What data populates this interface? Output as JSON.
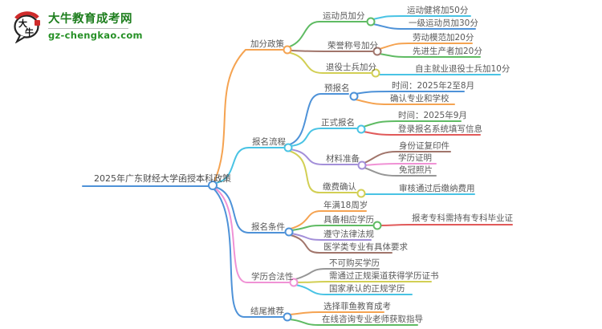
{
  "logo": {
    "icon_text": "大牛",
    "title": "大牛教育成考网",
    "url": "gz-chengkao.com"
  },
  "palette": {
    "blue": "#4E92D8",
    "cyan": "#49C3E4",
    "green": "#5FBB63",
    "orange": "#F5A351",
    "brown": "#A1756B",
    "olive": "#D2CF54",
    "purple": "#A38FD9",
    "red": "#E15A5A",
    "pink": "#F092D5",
    "gray": "#969696",
    "text": "#595959",
    "logo_green": "#1e7e1e"
  },
  "map": {
    "root": "2025年广东财经大学函授本科政策",
    "branches": [
      {
        "label": "加分政策",
        "children": [
          {
            "label": "运动员加分",
            "children": [
              {
                "label": "运动健将加50分"
              },
              {
                "label": "一级运动员加30分"
              }
            ]
          },
          {
            "label": "荣誉称号加分",
            "children": [
              {
                "label": "劳动模范加20分"
              },
              {
                "label": "先进生产者加20分"
              }
            ]
          },
          {
            "label": "退役士兵加分",
            "children": [
              {
                "label": "自主就业退役士兵加10分"
              }
            ]
          }
        ]
      },
      {
        "label": "报名流程",
        "children": [
          {
            "label": "预报名",
            "children": [
              {
                "label": "时间：2025年2至8月"
              },
              {
                "label": "确认专业和学校"
              }
            ]
          },
          {
            "label": "正式报名",
            "children": [
              {
                "label": "时间：2025年9月"
              },
              {
                "label": "登录报名系统填写信息"
              }
            ]
          },
          {
            "label": "材料准备",
            "children": [
              {
                "label": "身份证复印件"
              },
              {
                "label": "学历证明"
              },
              {
                "label": "免冠照片"
              }
            ]
          },
          {
            "label": "缴费确认",
            "children": [
              {
                "label": "审核通过后缴纳费用"
              }
            ]
          }
        ]
      },
      {
        "label": "报名条件",
        "children": [
          {
            "label": "年满18周岁"
          },
          {
            "label": "具备相应学历",
            "children": [
              {
                "label": "报考专科需持有专科毕业证"
              }
            ]
          },
          {
            "label": "遵守法律法规"
          },
          {
            "label": "医学类专业有具体要求"
          }
        ]
      },
      {
        "label": "学历合法性",
        "children": [
          {
            "label": "不可购买学历"
          },
          {
            "label": "需通过正规渠道获得学历证书"
          },
          {
            "label": "国家承认的正规学历"
          }
        ]
      },
      {
        "label": "结尾推荐",
        "children": [
          {
            "label": "选择菲鱼教育成考"
          },
          {
            "label": "在线咨询专业老师获取指导"
          }
        ]
      }
    ]
  }
}
